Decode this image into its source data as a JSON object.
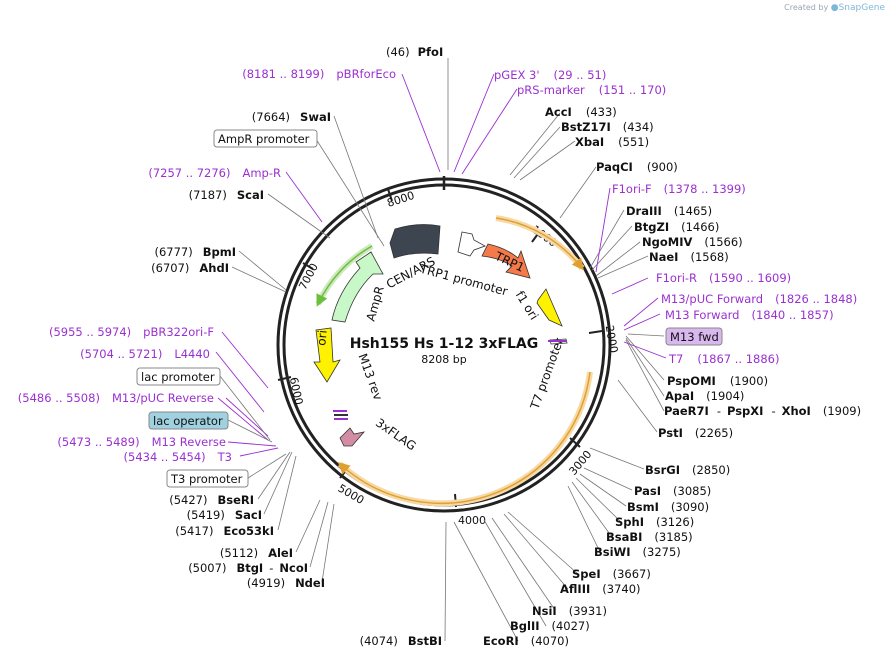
{
  "credit": {
    "prefix": "Created by",
    "brand": "SnapGene"
  },
  "map": {
    "name": "Hsh155 Hs 1-12 3xFLAG",
    "size": "8208 bp"
  },
  "ticks": [
    "1000",
    "2000",
    "3000",
    "4000",
    "5000",
    "6000",
    "7000",
    "8000"
  ],
  "features": [
    {
      "label": "CEN/ARS",
      "color": "#3c4550"
    },
    {
      "label": "TRP1 promoter",
      "color": "#ffffff"
    },
    {
      "label": "TRP1",
      "color": "#f47a4a"
    },
    {
      "label": "f1 ori",
      "color": "#fff200"
    },
    {
      "label": "T7 promoter",
      "color": "#ffffff"
    },
    {
      "label": "3xFLAG",
      "color": "#d28da5"
    },
    {
      "label": "M13 rev",
      "color": "#ffffff"
    },
    {
      "label": "ori",
      "color": "#fff200"
    },
    {
      "label": "AmpR",
      "color": "#c8f7c8"
    }
  ],
  "right_labels": [
    {
      "pos": "(46)",
      "name": "PfoI"
    },
    {
      "name": "AccI",
      "pos": "(433)"
    },
    {
      "name": "BstZ17I",
      "pos": "(434)"
    },
    {
      "name": "XbaI",
      "pos": "(551)"
    },
    {
      "name": "PaqCI",
      "pos": "(900)"
    },
    {
      "name": "DraIII",
      "pos": "(1465)"
    },
    {
      "name": "BtgZI",
      "pos": "(1466)"
    },
    {
      "name": "NgoMIV",
      "pos": "(1566)"
    },
    {
      "name": "NaeI",
      "pos": "(1568)"
    },
    {
      "name": "PspOMI",
      "pos": "(1900)"
    },
    {
      "name": "ApaI",
      "pos": "(1904)"
    },
    {
      "name": "PstI",
      "pos": "(2265)"
    },
    {
      "name": "BsrGI",
      "pos": "(2850)"
    },
    {
      "name": "PasI",
      "pos": "(3085)"
    },
    {
      "name": "BsmI",
      "pos": "(3090)"
    },
    {
      "name": "SphI",
      "pos": "(3126)"
    },
    {
      "name": "BsaBI",
      "pos": "(3185)"
    },
    {
      "name": "BsiWI",
      "pos": "(3275)"
    },
    {
      "name": "SpeI",
      "pos": "(3667)"
    },
    {
      "name": "AflIII",
      "pos": "(3740)"
    },
    {
      "name": "NsiI",
      "pos": "(3931)"
    },
    {
      "name": "BglII",
      "pos": "(4027)"
    },
    {
      "name": "EcoRI",
      "pos": "(4070)"
    }
  ],
  "paer7i_line": {
    "a": "PaeR7I",
    "sep1": "-",
    "b": "PspXI",
    "sep2": "-",
    "c": "XhoI",
    "pos": "(1909)"
  },
  "left_labels": [
    {
      "pos": "(7664)",
      "name": "SwaI"
    },
    {
      "pos": "(7187)",
      "name": "ScaI"
    },
    {
      "pos": "(6777)",
      "name": "BpmI"
    },
    {
      "pos": "(6707)",
      "name": "AhdI"
    },
    {
      "pos": "(5427)",
      "name": "BseRI"
    },
    {
      "pos": "(5419)",
      "name": "SacI"
    },
    {
      "pos": "(5417)",
      "name": "Eco53kI"
    },
    {
      "pos": "(5112)",
      "name": "AleI"
    },
    {
      "pos": "(4919)",
      "name": "NdeI"
    },
    {
      "pos": "(4074)",
      "name": "BstBI"
    }
  ],
  "btgi_line": {
    "pos": "(5007)",
    "a": "BtgI",
    "sep": "-",
    "b": "NcoI"
  },
  "primers_right": [
    {
      "name": "pGEX 3'",
      "range": "(29 .. 51)"
    },
    {
      "name": "pRS-marker",
      "range": "(151 .. 170)"
    },
    {
      "name": "F1ori-F",
      "range": "(1378 .. 1399)"
    },
    {
      "name": "F1ori-R",
      "range": "(1590 .. 1609)"
    },
    {
      "name": "M13/pUC Forward",
      "range": "(1826 .. 1848)"
    },
    {
      "name": "M13 Forward",
      "range": "(1840 .. 1857)"
    },
    {
      "name": "T7",
      "range": "(1867 .. 1886)"
    }
  ],
  "primers_left": [
    {
      "range": "(8181 .. 8199)",
      "name": "pBRforEco"
    },
    {
      "range": "(7257 .. 7276)",
      "name": "Amp-R"
    },
    {
      "range": "(5955 .. 5974)",
      "name": "pBR322ori-F"
    },
    {
      "range": "(5704 .. 5721)",
      "name": "L4440"
    },
    {
      "range": "(5486 .. 5508)",
      "name": "M13/pUC Reverse"
    },
    {
      "range": "(5473 .. 5489)",
      "name": "M13 Reverse"
    },
    {
      "range": "(5434 .. 5454)",
      "name": "T3"
    }
  ],
  "boxes": [
    {
      "label": "AmpR promoter",
      "color": "#ffffff"
    },
    {
      "label": "M13 fwd",
      "color": "#d9b8f0"
    },
    {
      "label": "lac promoter",
      "color": "#ffffff"
    },
    {
      "label": "lac operator",
      "color": "#9fd1e0"
    },
    {
      "label": "T3 promoter",
      "color": "#ffffff"
    }
  ]
}
